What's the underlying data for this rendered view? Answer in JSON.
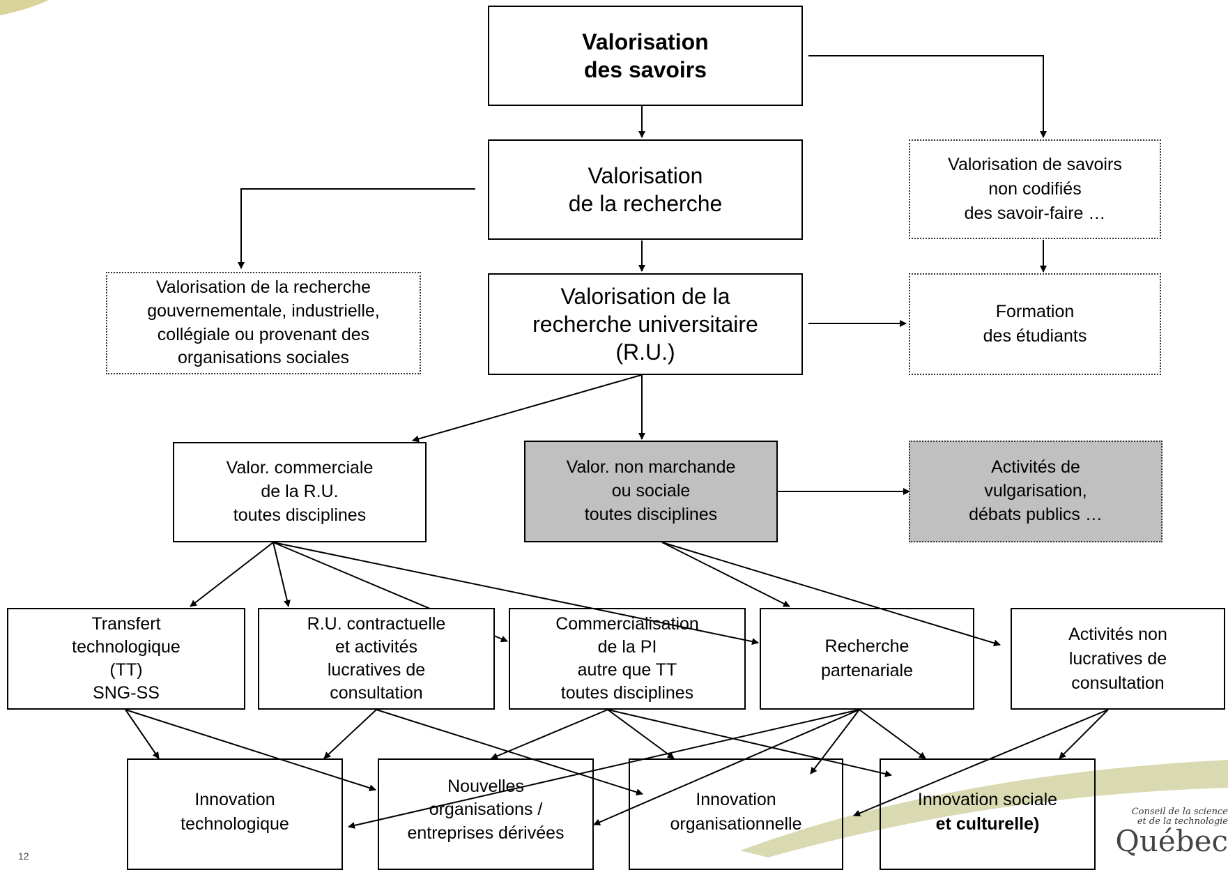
{
  "nodes": {
    "top": [
      "Valorisation",
      "des savoirs"
    ],
    "recherche": [
      "Valorisation",
      "de la recherche"
    ],
    "savoirs_non_codifies": [
      "Valorisation de savoirs",
      "non codifiés",
      "des savoir-faire …"
    ],
    "recherche_gouv": [
      "Valorisation de la recherche",
      "gouvernementale, industrielle,",
      "collégiale ou provenant des",
      "organisations sociales"
    ],
    "recherche_univ": [
      "Valorisation de la",
      "recherche universitaire",
      "(R.U.)"
    ],
    "formation": [
      "Formation",
      "des étudiants"
    ],
    "valor_commerciale": [
      "Valor. commerciale",
      "de la R.U.",
      "toutes disciplines"
    ],
    "valor_non_marchande": [
      "Valor. non marchande",
      "ou sociale",
      "toutes disciplines"
    ],
    "vulgarisation": [
      "Activités de",
      "vulgarisation,",
      "débats publics …"
    ],
    "transfert": [
      "Transfert",
      "technologique",
      "(TT)",
      "SNG-SS"
    ],
    "contractuelle": [
      "R.U. contractuelle",
      "et activités",
      "lucratives de",
      "consultation"
    ],
    "commercialisation": [
      "Commercialisation",
      "de la PI",
      "autre que TT",
      "toutes disciplines"
    ],
    "partenariale": [
      "Recherche",
      "partenariale"
    ],
    "non_lucratives": [
      "Activités non",
      "lucratives de",
      "consultation"
    ],
    "innov_tech": [
      "Innovation",
      "technologique"
    ],
    "nouvelles_org": [
      "Nouvelles",
      "organisations /",
      "entreprises dérivées"
    ],
    "innov_org": [
      "Innovation",
      "organisationnelle"
    ],
    "innov_sociale": [
      "Innovation sociale",
      "et culturelle)"
    ]
  },
  "logo": {
    "line1": "Conseil de la science",
    "line2": "et de la technologie",
    "name": "Québec"
  },
  "page_number": "12",
  "colors": {
    "grey_box": "#c0c0c0",
    "swoosh": "#b9b98a"
  }
}
